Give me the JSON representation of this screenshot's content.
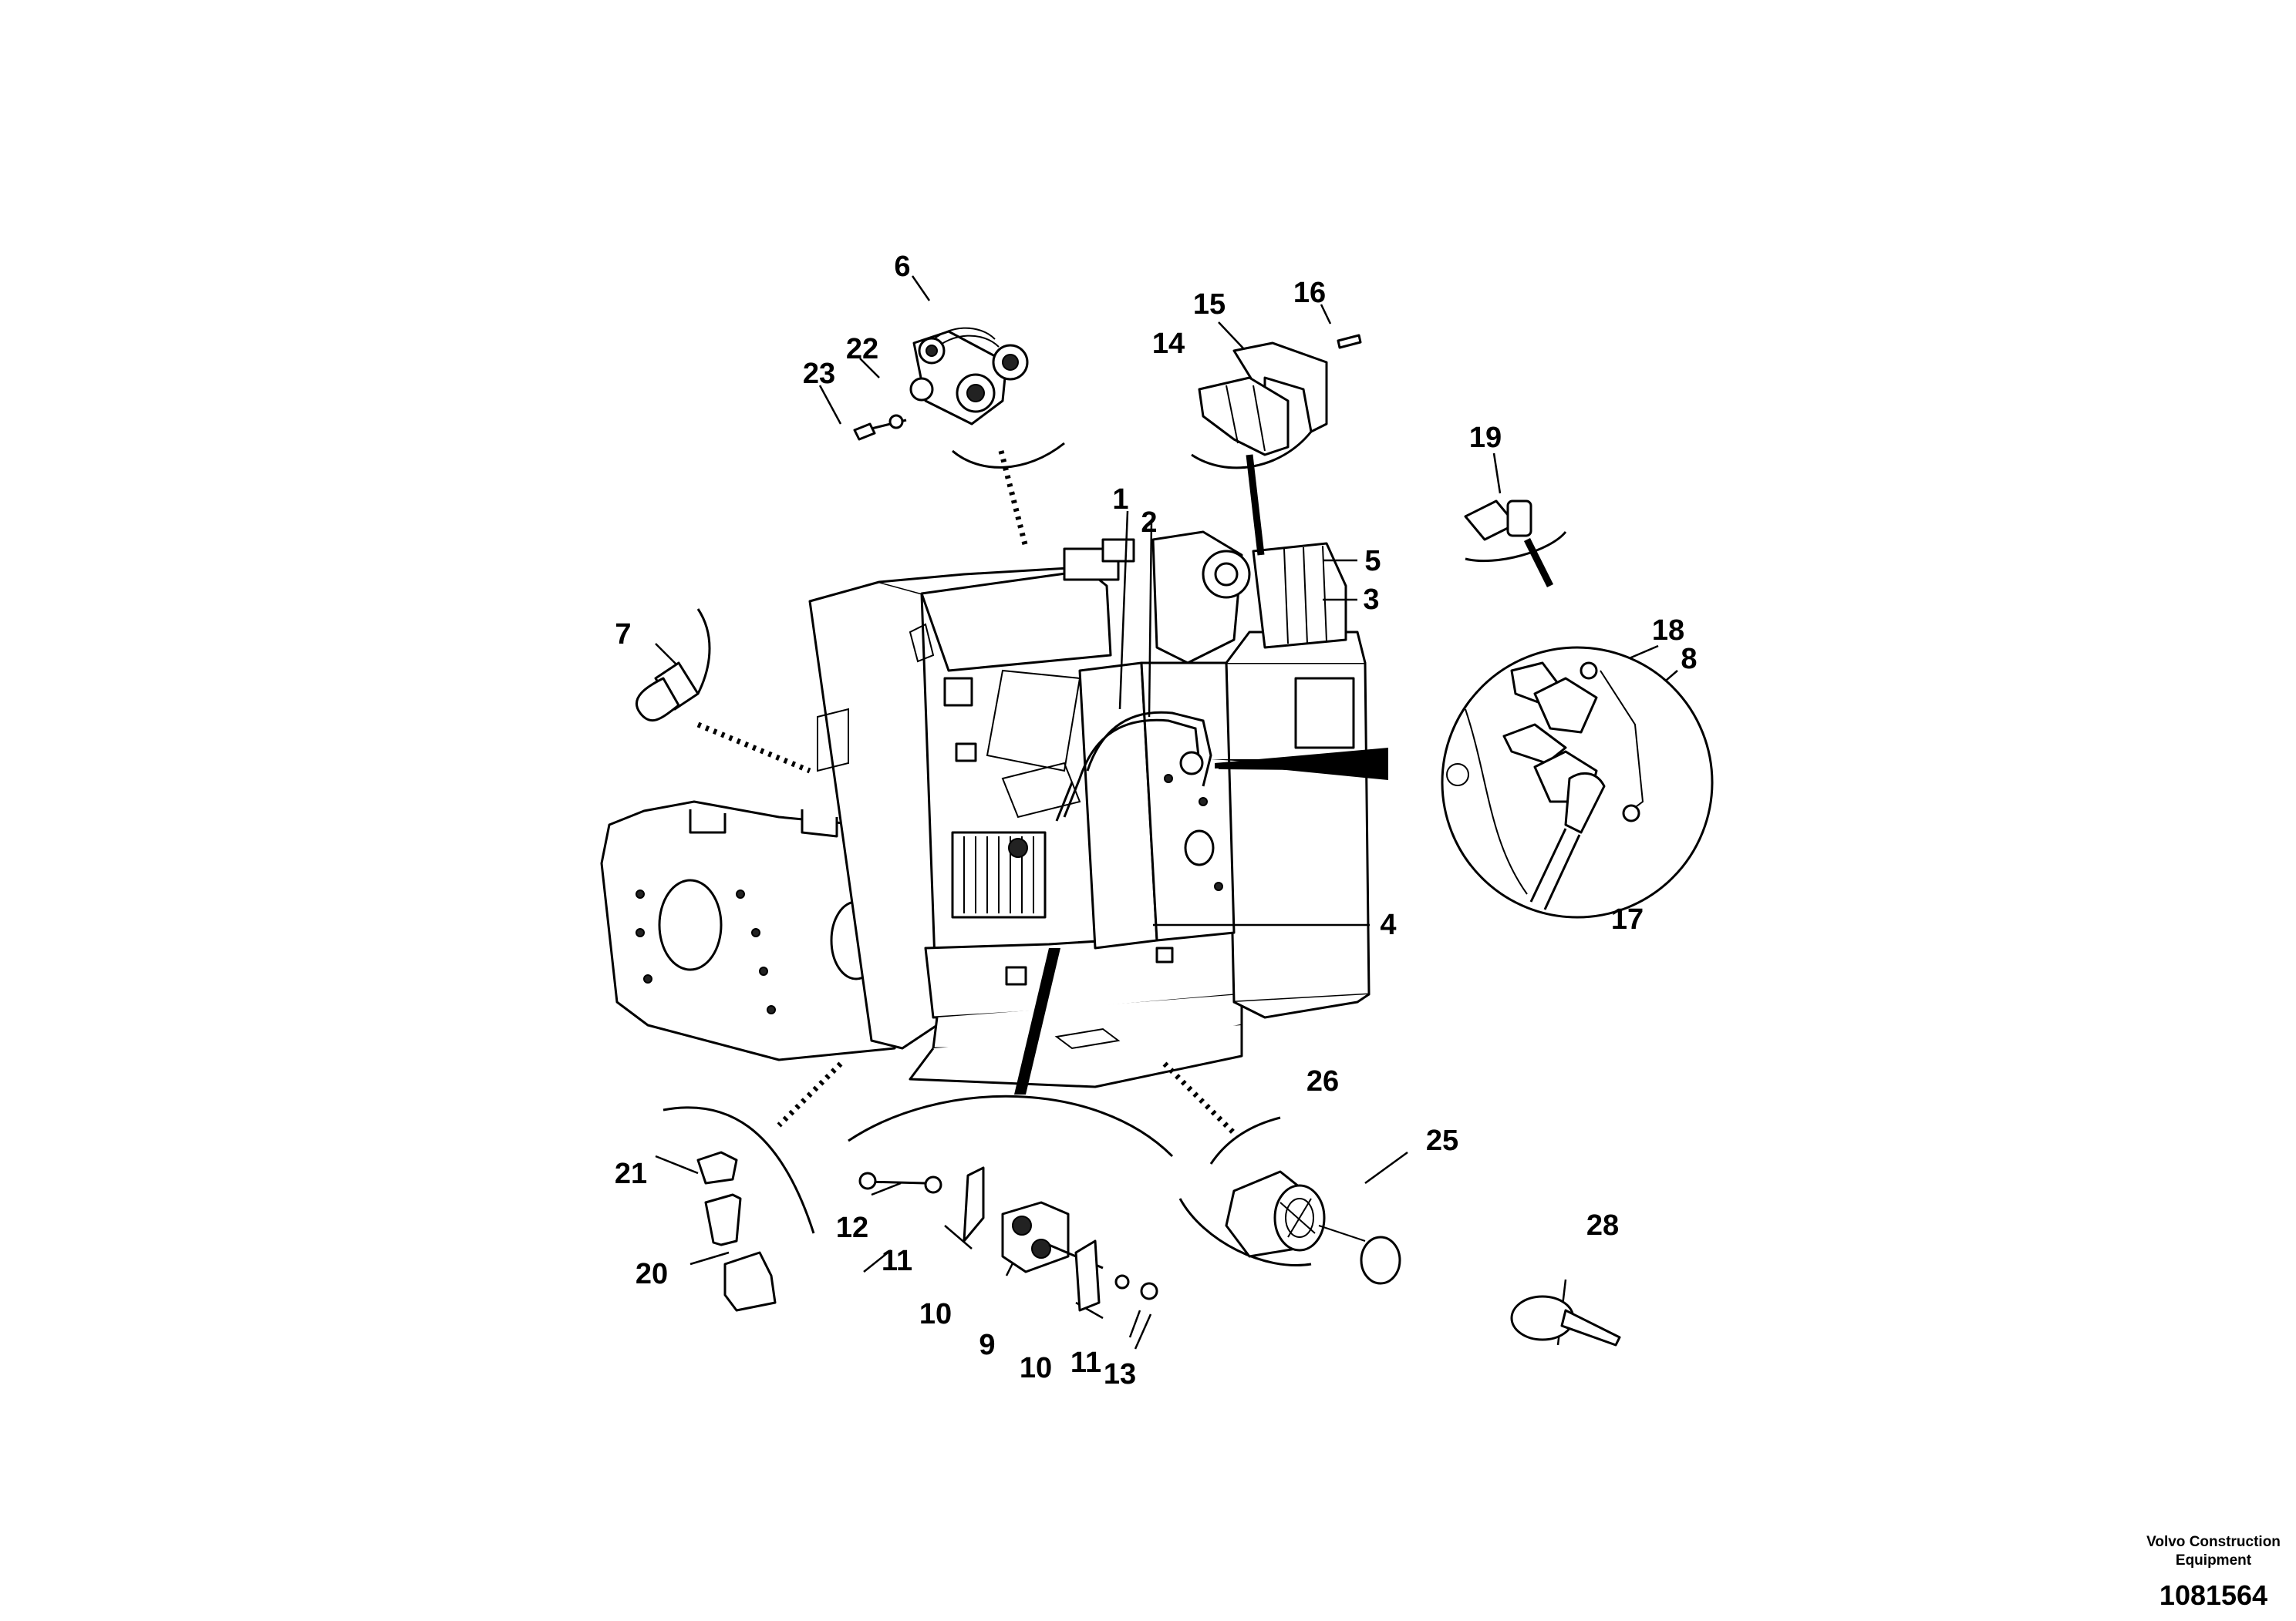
{
  "callouts": {
    "c1": "1",
    "c2": "2",
    "c3": "3",
    "c4": "4",
    "c5": "5",
    "c6": "6",
    "c7": "7",
    "c8": "8",
    "c9": "9",
    "c10a": "10",
    "c10b": "10",
    "c11a": "11",
    "c11b": "11",
    "c12": "12",
    "c13": "13",
    "c14": "14",
    "c15": "15",
    "c16": "16",
    "c17": "17",
    "c18": "18",
    "c19": "19",
    "c20": "20",
    "c21": "21",
    "c22": "22",
    "c23": "23",
    "c25": "25",
    "c26": "26",
    "c28": "28"
  },
  "footer": {
    "company_line1": "Volvo Construction",
    "company_line2": "Equipment",
    "drawing_number": "1081564"
  }
}
